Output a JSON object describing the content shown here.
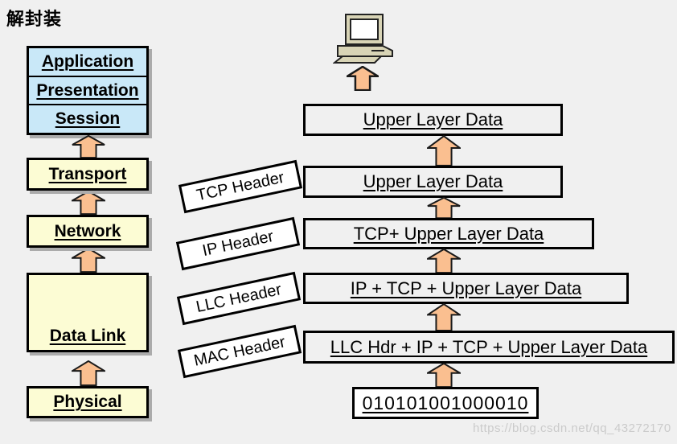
{
  "title": "解封装",
  "osi": {
    "upper": [
      {
        "label": "Application"
      },
      {
        "label": "Presentation"
      },
      {
        "label": "Session"
      }
    ],
    "lower": [
      {
        "label": "Transport"
      },
      {
        "label": "Network"
      },
      {
        "label": "Data Link"
      },
      {
        "label": "Physical"
      }
    ]
  },
  "headers": [
    {
      "label": "TCP Header"
    },
    {
      "label": "IP Header"
    },
    {
      "label": "LLC Header"
    },
    {
      "label": "MAC Header"
    }
  ],
  "pdus": [
    {
      "label": "Upper Layer Data"
    },
    {
      "label": "Upper Layer Data"
    },
    {
      "label": "TCP+ Upper Layer Data"
    },
    {
      "label": "IP +  TCP +  Upper Layer Data"
    },
    {
      "label": "LLC Hdr +  IP +  TCP +  Upper Layer Data"
    },
    {
      "label": "010101001000010"
    }
  ],
  "watermark": "https://blog.csdn.net/qq_43272170",
  "icons": {
    "computer": "desktop-computer-icon",
    "arrow": "up-arrow-icon"
  },
  "colors": {
    "background": "#F0F0F0",
    "upper_layers_fill": "#C9E8F8",
    "lower_layers_fill": "#FCFCD4",
    "arrow_fill": "#FABF90",
    "box_border": "#000000",
    "shadow": "#ABABAB",
    "watermark_text": "#CBCBCB"
  }
}
